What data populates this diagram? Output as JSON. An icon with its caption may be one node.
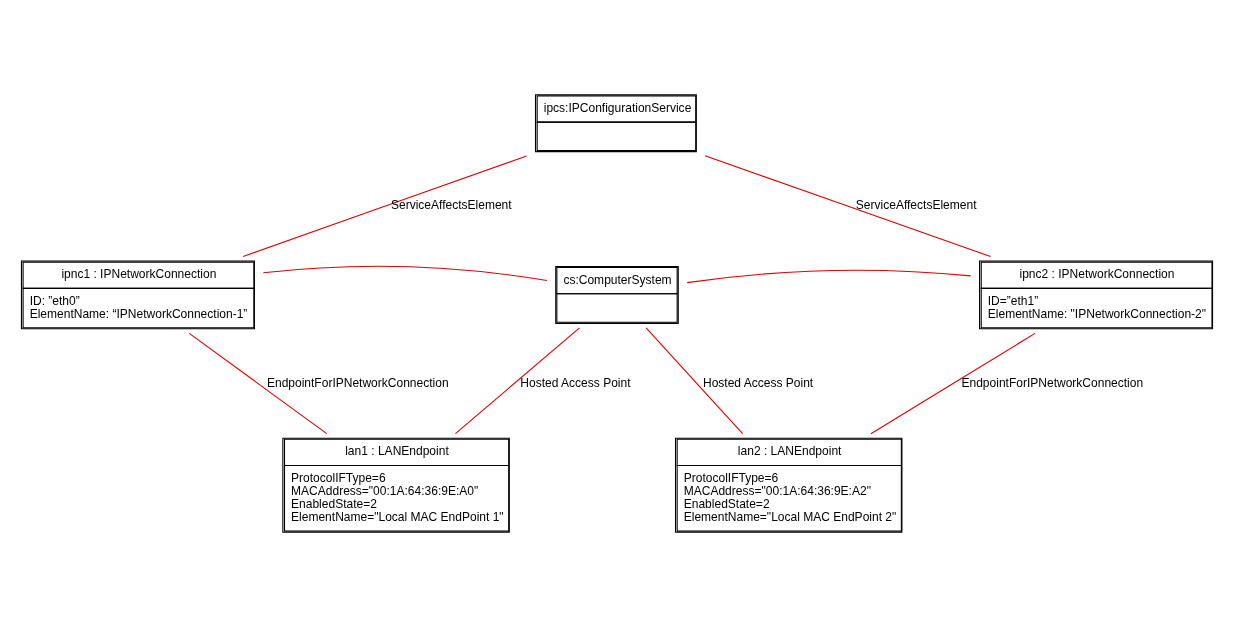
{
  "diagram": {
    "nodes": [
      {
        "text": [
          "ipcs:IPConfigurationService"
        ]
      },
      {
        "text": [
          "ipnc1 : IPNetworkConnection",
          "ID: ”eth0”",
          "ElementName: “IPNetworkConnection-1”"
        ]
      },
      {
        "text": [
          "ipnc2 : IPNetworkConnection",
          "ID=”eth1”",
          "ElementName: \"IPNetworkConnection-2\""
        ]
      },
      {
        "text": [
          "cs:ComputerSystem"
        ]
      },
      {
        "text": [
          "lan1 : LANEndpoint",
          "ProtocolIFType=6",
          "MACAddress=\"00:1A:64:36:9E:A0\"",
          "EnabledState=2",
          "ElementName=\"Local MAC EndPoint 1\""
        ]
      },
      {
        "text": [
          "lan2 : LANEndpoint",
          "ProtocolIFType=6",
          "MACAddress=\"00:1A:64:36:9E:A2\"",
          "EnabledState=2",
          "ElementName=\"Local MAC EndPoint 2\""
        ]
      }
    ],
    "edges": [
      {
        "from": 0,
        "to": 1,
        "arrow": "none",
        "label": "ServiceAffectsElement"
      },
      {
        "from": 0,
        "to": 2,
        "arrow": "none",
        "label": "ServiceAffectsElement"
      },
      {
        "from": 1,
        "to": 4,
        "arrow": "none",
        "label": "EndpointForIPNetworkConnection"
      },
      {
        "from": 3,
        "to": 4,
        "arrow": "none",
        "label": "Hosted Access Point"
      },
      {
        "from": 3,
        "to": 1,
        "arrow": "none"
      },
      {
        "from": 3,
        "to": 5,
        "arrow": "none",
        "label": "Hosted Access Point"
      },
      {
        "from": 3,
        "to": 2,
        "arrow": "none"
      },
      {
        "from": 2,
        "to": 5,
        "arrow": "none",
        "label": "EndpointForIPNetworkConnection"
      }
    ]
  }
}
